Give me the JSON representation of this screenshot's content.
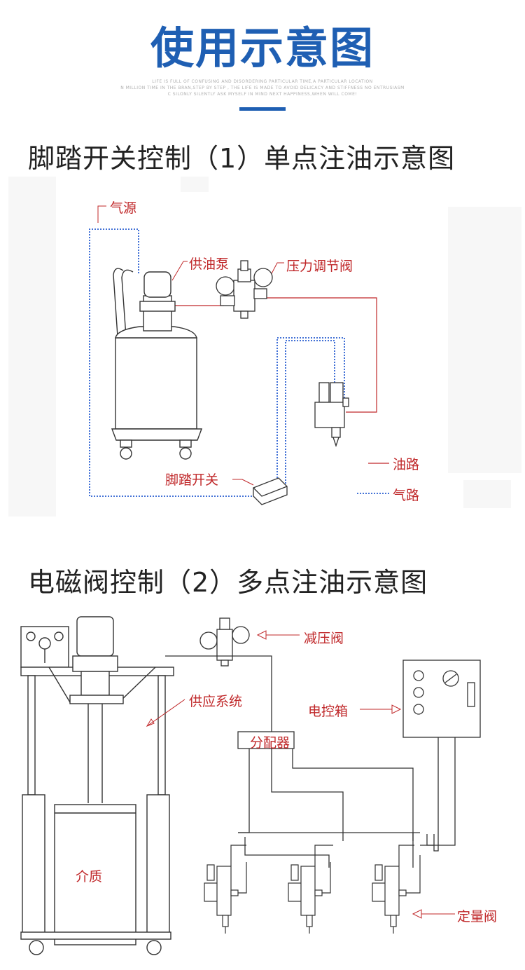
{
  "header": {
    "title": "使用示意图",
    "subtext_lines": [
      "LIFE IS FULL OF CONFUSING AND DISORDERING PARTICULAR TIME,A PARTICULAR LOCATION",
      "N MILLION TIME IN THE BRAN,STEP BY STEP , THE LIFE IS MADE TO AVOID DELICACY AND STIFFNESS NO ENTRUSIASM",
      "C SILONLY SILENTLY ASK MYSELF IN MIND NEXT HAPPINESS,WHEN WILL COME!"
    ]
  },
  "section1": {
    "title": "脚踏开关控制（1）单点注油示意图",
    "labels": {
      "air_source": "气源",
      "oil_pump": "供油泵",
      "pressure_valve": "压力调节阀",
      "foot_switch": "脚踏开关",
      "oil_line": "油路",
      "air_line": "气路"
    }
  },
  "section2": {
    "title": "电磁阀控制（2）多点注油示意图",
    "labels": {
      "reducing_valve": "减压阀",
      "supply_system": "供应系统",
      "control_box": "电控箱",
      "distributor": "分配器",
      "medium": "介质",
      "metering_valve": "定量阀"
    }
  },
  "colors": {
    "title_blue": "#1f5fb3",
    "label_red": "#c0282a",
    "oil_line_red": "#c0282a",
    "air_line_blue": "#2a5fd1"
  }
}
